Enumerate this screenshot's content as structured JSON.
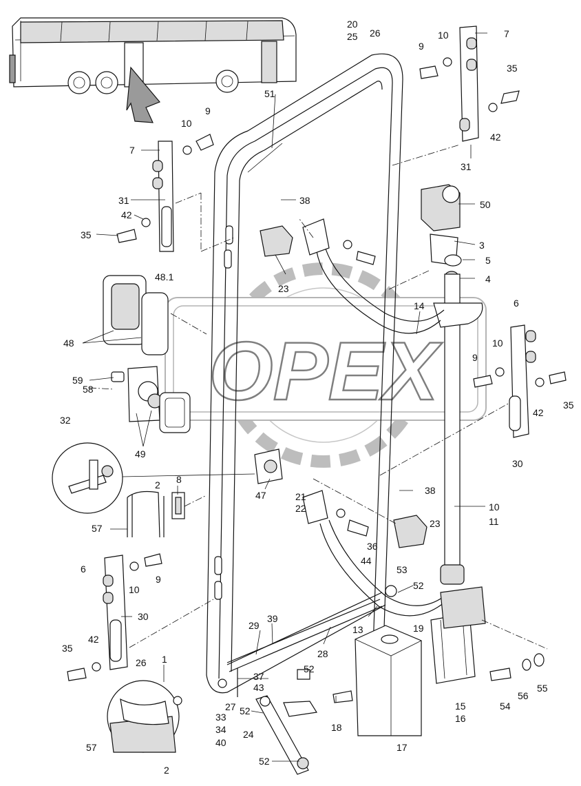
{
  "watermark": {
    "text": "OPEX"
  },
  "callouts": [
    {
      "id": "c-20",
      "text": "20"
    },
    {
      "id": "c-25",
      "text": "25"
    },
    {
      "id": "c-26-top",
      "text": "26"
    },
    {
      "id": "c-51",
      "text": "51"
    },
    {
      "id": "c-7-tr",
      "text": "7"
    },
    {
      "id": "c-10-tr",
      "text": "10"
    },
    {
      "id": "c-9-tr",
      "text": "9"
    },
    {
      "id": "c-35-tr",
      "text": "35"
    },
    {
      "id": "c-42-tr",
      "text": "42"
    },
    {
      "id": "c-31-tr",
      "text": "31"
    },
    {
      "id": "c-9-ml",
      "text": "9"
    },
    {
      "id": "c-10-ml",
      "text": "10"
    },
    {
      "id": "c-7-ml",
      "text": "7"
    },
    {
      "id": "c-31-ml",
      "text": "31"
    },
    {
      "id": "c-42-ml",
      "text": "42"
    },
    {
      "id": "c-35-ml",
      "text": "35"
    },
    {
      "id": "c-38-top",
      "text": "38"
    },
    {
      "id": "c-23-top",
      "text": "23"
    },
    {
      "id": "c-50",
      "text": "50"
    },
    {
      "id": "c-3",
      "text": "3"
    },
    {
      "id": "c-5",
      "text": "5"
    },
    {
      "id": "c-4",
      "text": "4"
    },
    {
      "id": "c-14",
      "text": "14"
    },
    {
      "id": "c-48-1",
      "text": "48.1"
    },
    {
      "id": "c-48",
      "text": "48"
    },
    {
      "id": "c-59",
      "text": "59"
    },
    {
      "id": "c-58",
      "text": "58"
    },
    {
      "id": "c-49",
      "text": "49"
    },
    {
      "id": "c-32",
      "text": "32"
    },
    {
      "id": "c-6-r",
      "text": "6"
    },
    {
      "id": "c-9-r",
      "text": "9"
    },
    {
      "id": "c-10-r",
      "text": "10"
    },
    {
      "id": "c-35-r",
      "text": "35"
    },
    {
      "id": "c-42-r",
      "text": "42"
    },
    {
      "id": "c-30-r",
      "text": "30"
    },
    {
      "id": "c-47",
      "text": "47"
    },
    {
      "id": "c-8",
      "text": "8"
    },
    {
      "id": "c-2-mid",
      "text": "2"
    },
    {
      "id": "c-57-mid",
      "text": "57"
    },
    {
      "id": "c-21",
      "text": "21"
    },
    {
      "id": "c-22",
      "text": "22"
    },
    {
      "id": "c-38-mid",
      "text": "38"
    },
    {
      "id": "c-23-mid",
      "text": "23"
    },
    {
      "id": "c-36",
      "text": "36"
    },
    {
      "id": "c-44",
      "text": "44"
    },
    {
      "id": "c-10-rod",
      "text": "10"
    },
    {
      "id": "c-11",
      "text": "11"
    },
    {
      "id": "c-6-l",
      "text": "6"
    },
    {
      "id": "c-9-l",
      "text": "9"
    },
    {
      "id": "c-10-l",
      "text": "10"
    },
    {
      "id": "c-30-l",
      "text": "30"
    },
    {
      "id": "c-53",
      "text": "53"
    },
    {
      "id": "c-52-r",
      "text": "52"
    },
    {
      "id": "c-13",
      "text": "13"
    },
    {
      "id": "c-19",
      "text": "19"
    },
    {
      "id": "c-29",
      "text": "29"
    },
    {
      "id": "c-39",
      "text": "39"
    },
    {
      "id": "c-28",
      "text": "28"
    },
    {
      "id": "c-35-l",
      "text": "35"
    },
    {
      "id": "c-42-l",
      "text": "42"
    },
    {
      "id": "c-1",
      "text": "1"
    },
    {
      "id": "c-26-bot",
      "text": "26"
    },
    {
      "id": "c-57-bot",
      "text": "57"
    },
    {
      "id": "c-2-bot",
      "text": "2"
    },
    {
      "id": "c-37",
      "text": "37"
    },
    {
      "id": "c-43",
      "text": "43"
    },
    {
      "id": "c-52-top",
      "text": "52"
    },
    {
      "id": "c-27",
      "text": "27"
    },
    {
      "id": "c-33",
      "text": "33"
    },
    {
      "id": "c-34",
      "text": "34"
    },
    {
      "id": "c-40",
      "text": "40"
    },
    {
      "id": "c-52-mid",
      "text": "52"
    },
    {
      "id": "c-24",
      "text": "24"
    },
    {
      "id": "c-52-bot",
      "text": "52"
    },
    {
      "id": "c-18",
      "text": "18"
    },
    {
      "id": "c-17",
      "text": "17"
    },
    {
      "id": "c-15",
      "text": "15"
    },
    {
      "id": "c-16",
      "text": "16"
    },
    {
      "id": "c-54",
      "text": "54"
    },
    {
      "id": "c-56",
      "text": "56"
    },
    {
      "id": "c-55",
      "text": "55"
    }
  ]
}
